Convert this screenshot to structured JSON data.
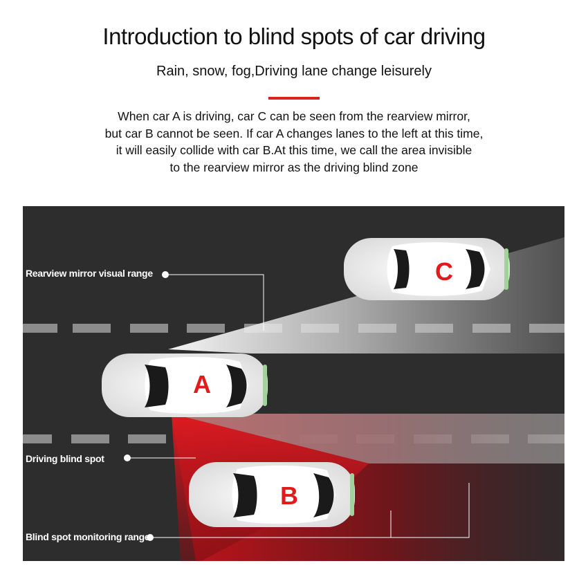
{
  "header": {
    "title": "Introduction to blind spots of car driving",
    "subtitle": "Rain, snow, fog,Driving lane change leisurely",
    "description_lines": [
      "When car A is driving, car C can be seen from the rearview mirror,",
      "but car B cannot be seen. If car A changes lanes to the left at this time,",
      "it will easily collide with car B.At this time, we call the area invisible",
      "to the rearview mirror as the driving blind zone"
    ]
  },
  "colors": {
    "accent_red": "#d8231f",
    "road": "#2d2d2d",
    "lane_mark": "#8c8c8c",
    "car_body": "#f2f2f2",
    "car_glass": "#1a1a1a",
    "letter_red": "#e01b1b"
  },
  "scene": {
    "labels": {
      "rearview_range": "Rearview mirror visual range",
      "blind_spot": "Driving blind spot",
      "monitoring_range": "Blind spot monitoring range"
    },
    "cars": {
      "a": "A",
      "b": "B",
      "c": "C"
    }
  }
}
